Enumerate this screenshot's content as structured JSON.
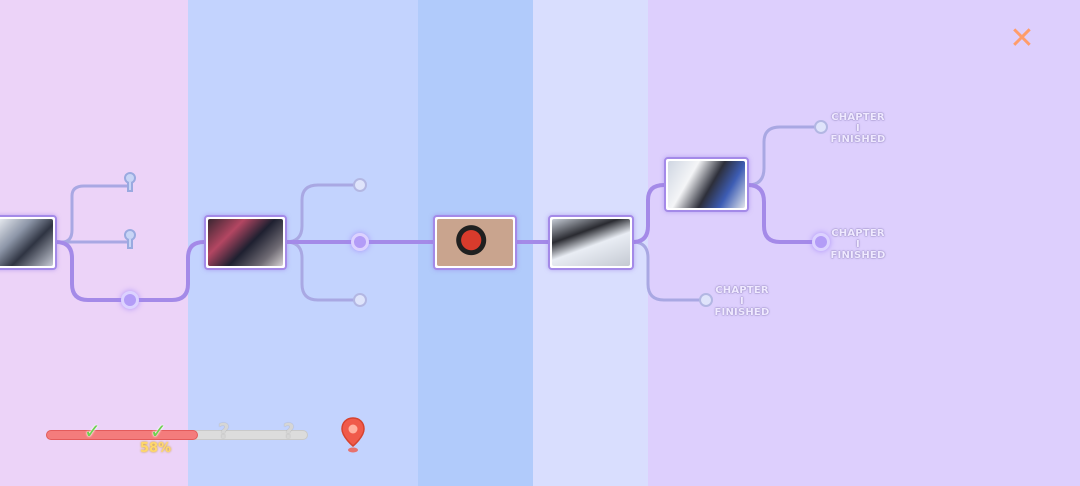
{
  "progress": {
    "percent_label": "58%",
    "fill_fraction": 0.58,
    "checkpoints": [
      {
        "state": "done",
        "glyph": "✓"
      },
      {
        "state": "done",
        "glyph": "✓"
      },
      {
        "state": "locked",
        "glyph": "?"
      },
      {
        "state": "locked",
        "glyph": "?"
      }
    ]
  },
  "endings": [
    {
      "line1": "CHAPTER",
      "line2": "I",
      "line3": "FINISHED"
    },
    {
      "line1": "CHAPTER",
      "line2": "I",
      "line3": "FINISHED"
    },
    {
      "line1": "CHAPTER",
      "line2": "I",
      "line3": "FINISHED"
    }
  ],
  "close_glyph": "✕",
  "icons": {
    "close": "close-icon",
    "location": "location-pin-icon",
    "check": "check-icon",
    "question": "question-mark-icon",
    "lock": "keyhole-lock-icon"
  },
  "colors": {
    "path": "#a48ae8",
    "progress_fill": "#f47c7c",
    "pin": "#f05a4a",
    "close": "#ff9d6a",
    "percent": "#ffd86a"
  }
}
